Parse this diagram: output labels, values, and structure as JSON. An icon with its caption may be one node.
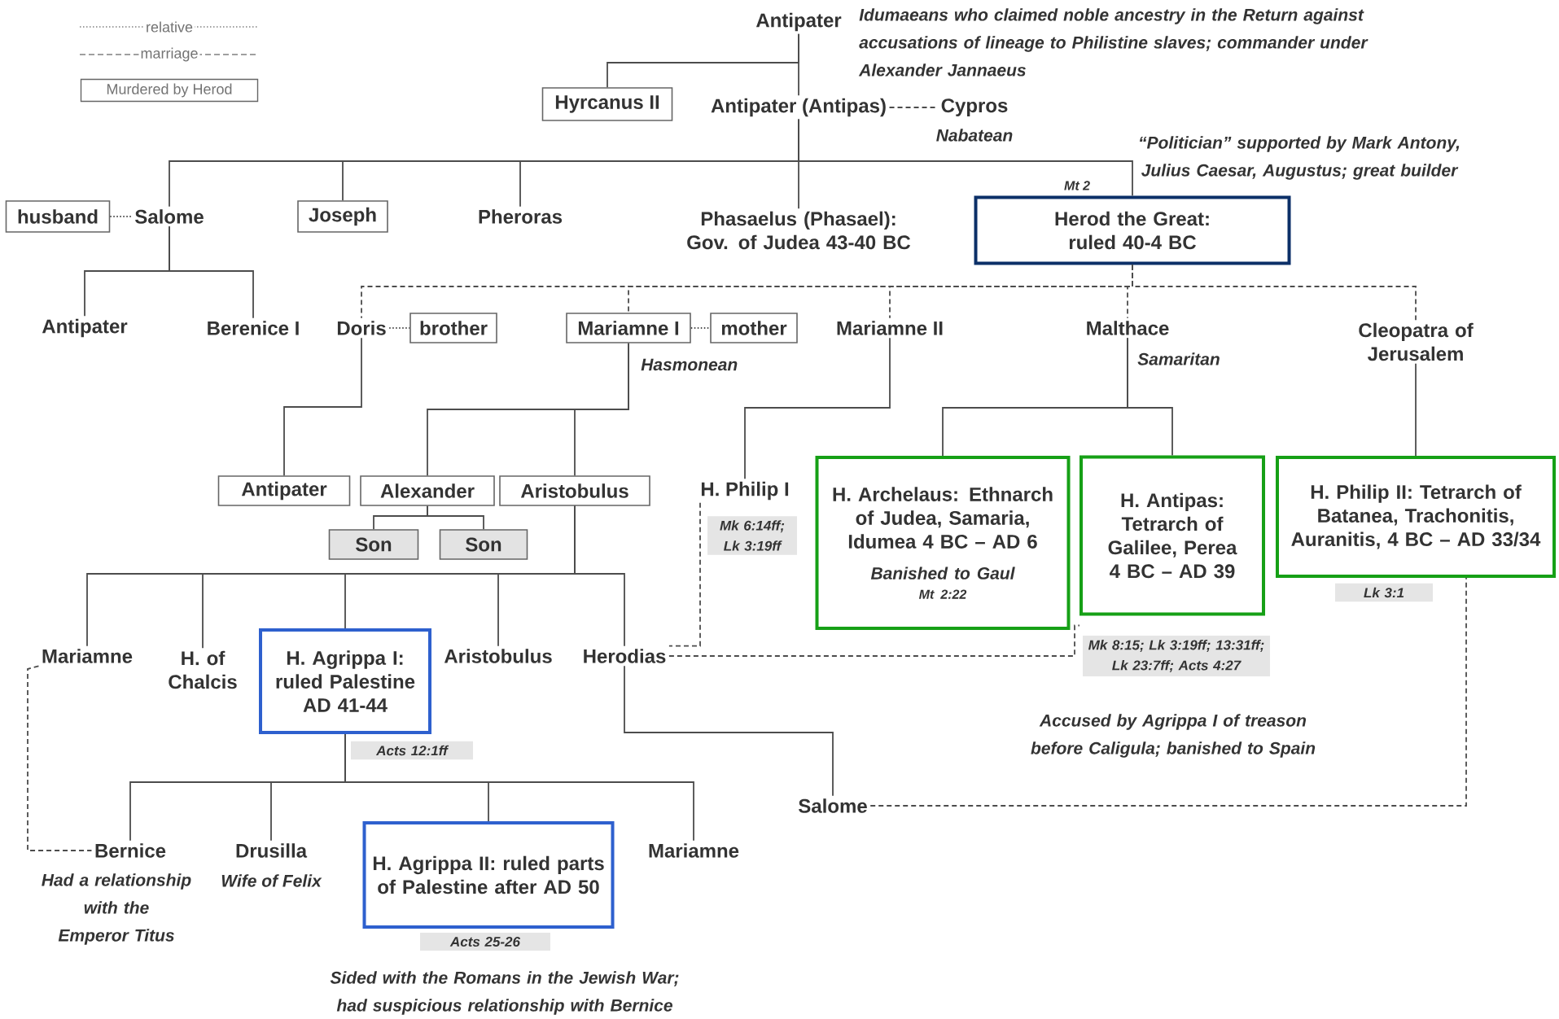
{
  "diagram": {
    "nodes": [
      {
        "text": [
          "Antipater"
        ],
        "beside": [
          "Idumaeans who claimed noble ancestry in the Return against accusations of lineage to Philistine slaves; commander under Alexander Jannaeus"
        ]
      },
      {
        "text": [
          "Hyrcanus II"
        ]
      },
      {
        "text": [
          "Antipater (Antipas)"
        ]
      },
      {
        "text": [
          "Cypros"
        ],
        "beside": [
          "Nabatean"
        ]
      },
      {
        "text": [
          "husband"
        ]
      },
      {
        "text": [
          "Salome"
        ]
      },
      {
        "text": [
          "Joseph"
        ]
      },
      {
        "text": [
          "Pheroras"
        ]
      },
      {
        "text": [
          "Phasaelus (Phasael): Gov. of Judea 43-40 BC"
        ]
      },
      {
        "text": [
          "Herod the Great: ruled 40-4 BC"
        ],
        "beside": [
          "Mt 2",
          "“Politician” supported by Mark Antony, Julius Caesar, Augustus; great builder"
        ]
      },
      {
        "text": [
          "Antipater"
        ]
      },
      {
        "text": [
          "Berenice I"
        ]
      },
      {
        "text": [
          "Doris"
        ]
      },
      {
        "text": [
          "brother"
        ]
      },
      {
        "text": [
          "Mariamne I"
        ],
        "beside": [
          "Hasmonean"
        ]
      },
      {
        "text": [
          "mother"
        ]
      },
      {
        "text": [
          "Mariamne II"
        ]
      },
      {
        "text": [
          "Malthace"
        ],
        "beside": [
          "Samaritan"
        ]
      },
      {
        "text": [
          "Cleopatra of Jerusalem"
        ]
      },
      {
        "text": [
          "Antipater"
        ]
      },
      {
        "text": [
          "Alexander"
        ]
      },
      {
        "text": [
          "Aristobulus"
        ]
      },
      {
        "text": [
          "Son"
        ]
      },
      {
        "text": [
          "Son"
        ]
      },
      {
        "text": [
          "H. Philip I"
        ],
        "beside": [
          "Mk 6:14ff; Lk 3:19ff"
        ]
      },
      {
        "text": [
          "H. Archelaus: Ethnarch of Judea, Samaria, Idumea 4 BC – AD 6",
          "Banished to Gaul",
          "Mt 2:22"
        ]
      },
      {
        "text": [
          "H. Antipas: Tetrarch of Galilee, Perea 4 BC – AD 39"
        ],
        "beside": [
          "Mk 8:15; Lk 3:19ff; 13:31ff; Lk 23:7ff; Acts 4:27",
          "Accused by Agrippa I of treason before Caligula; banished to Spain"
        ]
      },
      {
        "text": [
          "H. Philip II: Tetrarch of Batanea, Trachonitis, Auranitis, 4 BC – AD 33/34"
        ],
        "beside": [
          "Lk 3:1"
        ]
      },
      {
        "text": [
          "Mariamne"
        ]
      },
      {
        "text": [
          "H. of Chalcis"
        ]
      },
      {
        "text": [
          "H. Agrippa I: ruled Palestine AD 41-44"
        ],
        "beside": [
          "Acts 12:1ff"
        ]
      },
      {
        "text": [
          "Aristobulus"
        ]
      },
      {
        "text": [
          "Herodias"
        ]
      },
      {
        "text": [
          "Salome"
        ]
      },
      {
        "text": [
          "Bernice"
        ],
        "beside": [
          "Had a relationship with the Emperor Titus"
        ]
      },
      {
        "text": [
          "Drusilla"
        ],
        "beside": [
          "Wife of Felix"
        ]
      },
      {
        "text": [
          "H. Agrippa II: ruled parts of Palestine after AD 50"
        ],
        "beside": [
          "Acts 25-26",
          "Sided with the Romans in the Jewish War; had suspicious relationship with Bernice"
        ]
      },
      {
        "text": [
          "Mariamne"
        ]
      }
    ],
    "edges": [
      {
        "from": 0,
        "to": 1,
        "arrow": "none"
      },
      {
        "from": 0,
        "to": 2,
        "arrow": "none"
      },
      {
        "from": 2,
        "to": 3,
        "arrow": "none",
        "style": "dashed"
      },
      {
        "from": 4,
        "to": 5,
        "arrow": "none",
        "style": "dashed"
      },
      {
        "from": 2,
        "to": 5,
        "arrow": "none"
      },
      {
        "from": 2,
        "to": 6,
        "arrow": "none"
      },
      {
        "from": 2,
        "to": 7,
        "arrow": "none"
      },
      {
        "from": 2,
        "to": 8,
        "arrow": "none"
      },
      {
        "from": 2,
        "to": 9,
        "arrow": "none"
      },
      {
        "from": 5,
        "to": 10,
        "arrow": "none"
      },
      {
        "from": 5,
        "to": 11,
        "arrow": "none"
      },
      {
        "from": 12,
        "to": 13,
        "arrow": "none",
        "style": "dashed"
      },
      {
        "from": 14,
        "to": 15,
        "arrow": "none",
        "style": "dashed"
      },
      {
        "from": 9,
        "to": 12,
        "arrow": "none",
        "style": "dashed"
      },
      {
        "from": 9,
        "to": 14,
        "arrow": "none",
        "style": "dashed"
      },
      {
        "from": 9,
        "to": 16,
        "arrow": "none",
        "style": "dashed"
      },
      {
        "from": 9,
        "to": 17,
        "arrow": "none",
        "style": "dashed"
      },
      {
        "from": 9,
        "to": 18,
        "arrow": "none",
        "style": "dashed"
      },
      {
        "from": 12,
        "to": 19,
        "arrow": "none"
      },
      {
        "from": 14,
        "to": 20,
        "arrow": "none"
      },
      {
        "from": 14,
        "to": 21,
        "arrow": "none"
      },
      {
        "from": 20,
        "to": 22,
        "arrow": "none"
      },
      {
        "from": 20,
        "to": 23,
        "arrow": "none"
      },
      {
        "from": 16,
        "to": 24,
        "arrow": "none"
      },
      {
        "from": 17,
        "to": 25,
        "arrow": "none"
      },
      {
        "from": 17,
        "to": 26,
        "arrow": "none"
      },
      {
        "from": 18,
        "to": 27,
        "arrow": "none"
      },
      {
        "from": 21,
        "to": 28,
        "arrow": "none"
      },
      {
        "from": 21,
        "to": 29,
        "arrow": "none"
      },
      {
        "from": 21,
        "to": 30,
        "arrow": "none"
      },
      {
        "from": 21,
        "to": 31,
        "arrow": "none"
      },
      {
        "from": 21,
        "to": 32,
        "arrow": "none"
      },
      {
        "from": 24,
        "to": 32,
        "arrow": "none",
        "style": "dashed"
      },
      {
        "from": 32,
        "to": 26,
        "arrow": "none",
        "style": "dashed"
      },
      {
        "from": 32,
        "to": 33,
        "arrow": "none"
      },
      {
        "from": 33,
        "to": 27,
        "arrow": "none",
        "style": "dashed"
      },
      {
        "from": 28,
        "to": 34,
        "arrow": "none",
        "style": "dashed"
      },
      {
        "from": 30,
        "to": 34,
        "arrow": "none"
      },
      {
        "from": 30,
        "to": 35,
        "arrow": "none"
      },
      {
        "from": 30,
        "to": 36,
        "arrow": "none"
      },
      {
        "from": 30,
        "to": 37,
        "arrow": "none"
      }
    ],
    "legend": [
      {
        "text": "relative"
      },
      {
        "text": "marriage"
      },
      {
        "text": "Murdered by Herod"
      }
    ]
  }
}
